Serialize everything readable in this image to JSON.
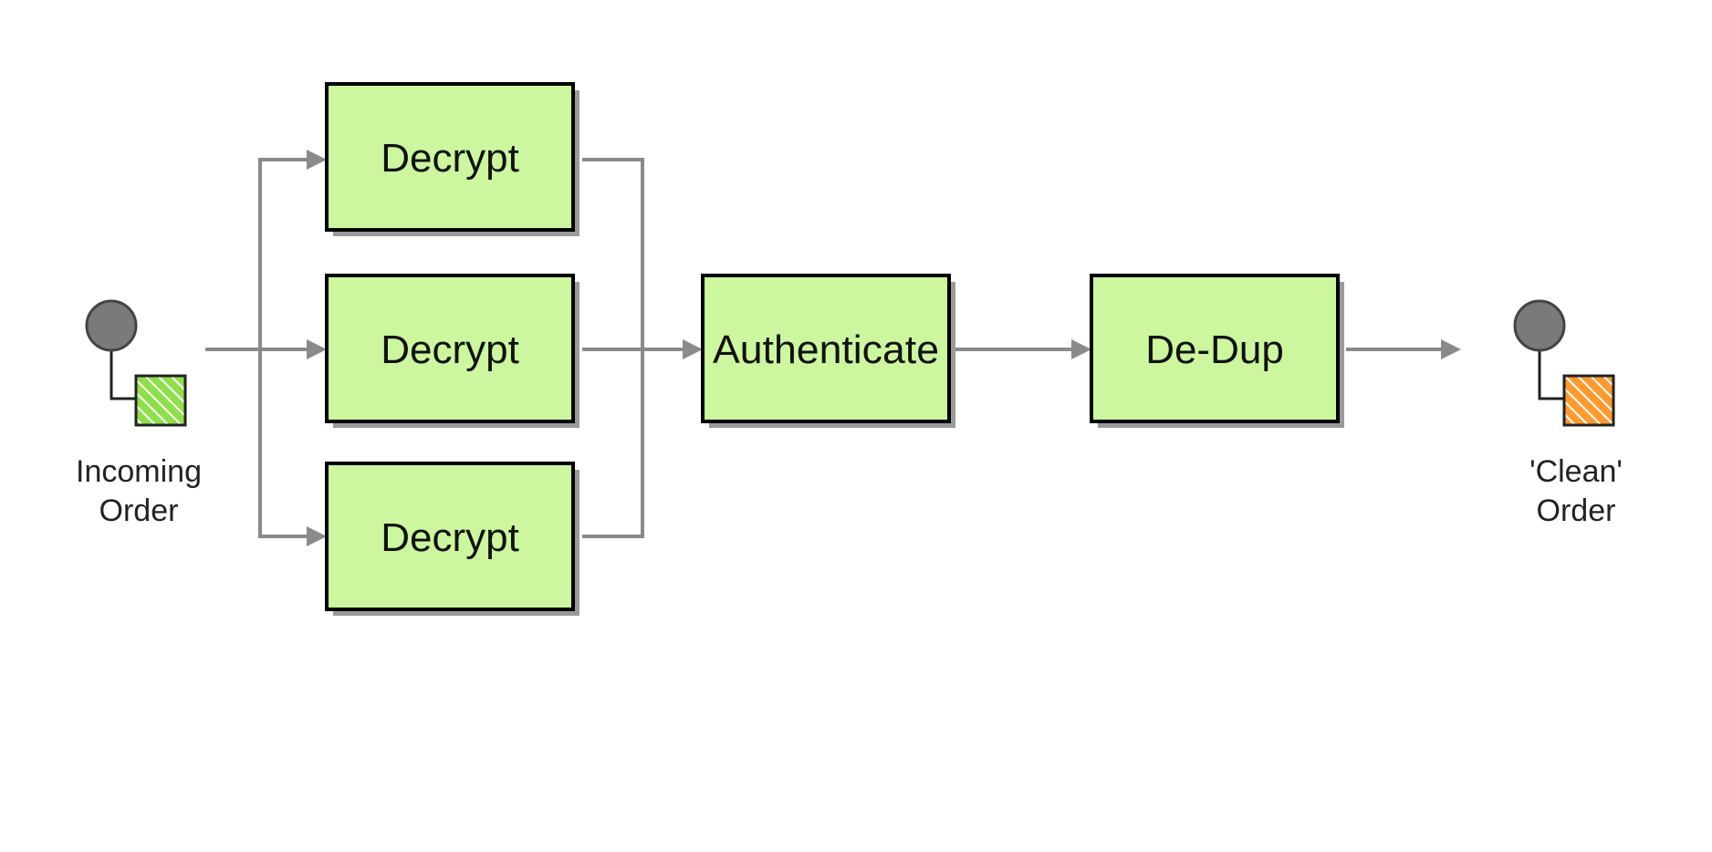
{
  "colors": {
    "process_fill": "#ccf79e",
    "process_border": "#000000",
    "shadow": "#9a9a9a",
    "connector": "#8a8a8a",
    "endpoint_circle": "#7a7a7a",
    "incoming_badge": "#8ee04a",
    "clean_badge": "#ff9a2e"
  },
  "processors": [
    {
      "id": "decrypt-1",
      "label": "Decrypt"
    },
    {
      "id": "decrypt-2",
      "label": "Decrypt"
    },
    {
      "id": "decrypt-3",
      "label": "Decrypt"
    },
    {
      "id": "authenticate",
      "label": "Authenticate"
    },
    {
      "id": "dedup",
      "label": "De-Dup"
    }
  ],
  "endpoints": {
    "incoming": {
      "line1": "Incoming",
      "line2": "Order",
      "icon": "message-channel-icon"
    },
    "outgoing": {
      "line1": "'Clean'",
      "line2": "Order",
      "icon": "message-channel-icon"
    }
  }
}
